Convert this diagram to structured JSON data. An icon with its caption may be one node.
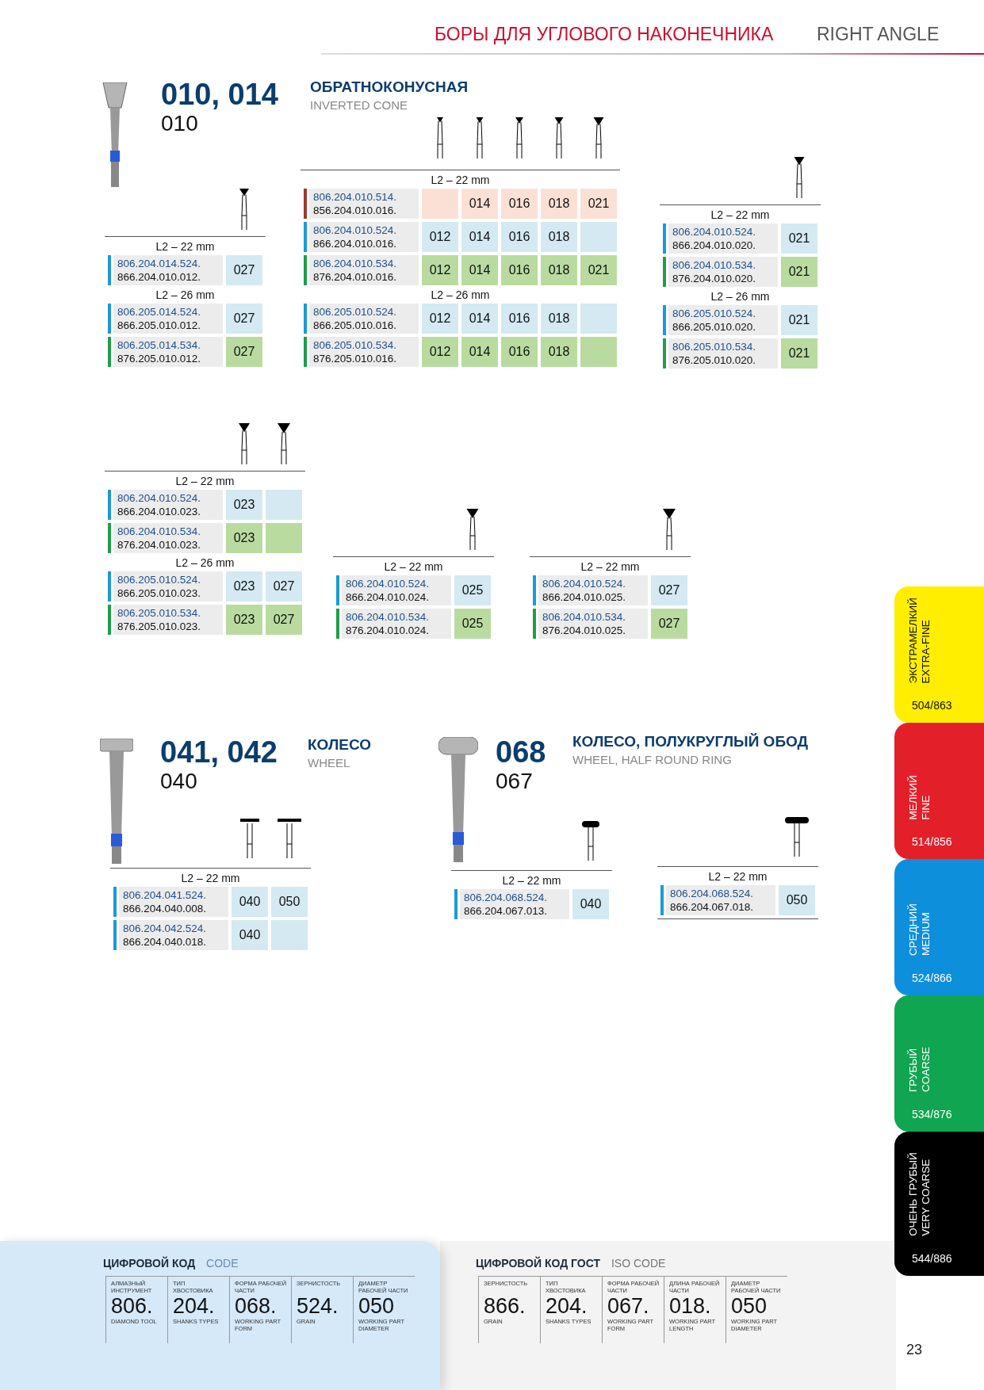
{
  "diagram": {
    "title": "БОРЫ ДЛЯ УГЛОВОГО НАКОНЕЧНИКА",
    "nodes": [
      {
        "text": [
          "ЭКСТРАМЕЛКИЙ",
          "EXTRA-FINE",
          "504/863"
        ]
      },
      {
        "text": [
          "МЕЛКИЙ",
          "FINE",
          "514/856"
        ]
      },
      {
        "text": [
          "СРЕДНИЙ",
          "MEDIUM",
          "524/866"
        ]
      },
      {
        "text": [
          "ГРУБЫЙ",
          "COARSE",
          "534/876"
        ]
      },
      {
        "text": [
          "ОЧЕНЬ ГРУБЫЙ",
          "VERY COARSE",
          "544/886"
        ]
      },
      {
        "text": [
          "ЦИФРОВОЙ КОД",
          "CODE"
        ]
      },
      {
        "text": [
          "ЦИФРОВОЙ КОД ГОСТ",
          "ISO CODE"
        ]
      }
    ],
    "labels": [
      "RIGHT ANGLE",
      "010, 014",
      "010",
      "ОБРАТНОКОНУСНАЯ",
      "INVERTED CONE",
      "L2 – 22 mm",
      "806.204.014.524.",
      "866.204.010.012.",
      "027",
      "L2 – 26 mm",
      "806.205.014.524.",
      "866.205.010.012.",
      "027",
      "806.205.014.534.",
      "876.205.010.012.",
      "027",
      "L2 – 22 mm",
      "806.204.010.514.",
      "856.204.010.016.",
      "014",
      "016",
      "018",
      "021",
      "806.204.010.524.",
      "866.204.010.016.",
      "012",
      "014",
      "016",
      "018",
      "806.204.010.534.",
      "876.204.010.016.",
      "012",
      "014",
      "016",
      "018",
      "021",
      "L2 – 26 mm",
      "806.205.010.524.",
      "866.205.010.016.",
      "012",
      "014",
      "016",
      "018",
      "806.205.010.534.",
      "876.205.010.016.",
      "012",
      "014",
      "016",
      "018",
      "L2 – 22 mm",
      "806.204.010.524.",
      "866.204.010.020.",
      "021",
      "806.204.010.534.",
      "876.204.010.020.",
      "021",
      "L2 – 26 mm",
      "806.205.010.524.",
      "866.205.010.020.",
      "021",
      "806.205.010.534.",
      "876.205.010.020.",
      "021",
      "L2 – 22 mm",
      "806.204.010.524.",
      "866.204.010.023.",
      "023",
      "806.204.010.534.",
      "876.204.010.023.",
      "023",
      "L2 – 26 mm",
      "806.205.010.524.",
      "866.205.010.023.",
      "023",
      "027",
      "806.205.010.534.",
      "876.205.010.023.",
      "023",
      "027",
      "L2 – 22 mm",
      "806.204.010.524.",
      "866.204.010.024.",
      "025",
      "806.204.010.534.",
      "876.204.010.024.",
      "025",
      "L2 – 22 mm",
      "806.204.010.524.",
      "866.204.010.025.",
      "027",
      "806.204.010.534.",
      "876.204.010.025.",
      "027",
      "041, 042",
      "040",
      "КОЛЕСО",
      "WHEEL",
      "L2 – 22 mm",
      "806.204.041.524.",
      "866.204.040.008.",
      "040",
      "050",
      "806.204.042.524.",
      "866.204.040.018.",
      "040",
      "068",
      "067",
      "КОЛЕСО, ПОЛУКРУГЛЫЙ ОБОД",
      "WHEEL, HALF ROUND RING",
      "L2 – 22 mm",
      "806.204.068.524.",
      "866.204.067.013.",
      "040",
      "L2 – 22 mm",
      "806.204.068.524.",
      "866.204.067.018.",
      "050",
      "АЛМАЗНЫЙ ИНСТРУМЕНТ",
      "806.",
      "DIAMOND TOOL",
      "ТИП ХВОСТОВИКА",
      "204.",
      "SHANKS TYPES",
      "ФОРМА РАБОЧЕЙ ЧАСТИ",
      "068.",
      "WORKING PART FORM",
      "ЗЕРНИСТОСТЬ",
      "524.",
      "GRAIN",
      "ДИАМЕТР РАБОЧЕЙ ЧАСТИ",
      "050",
      "WORKING PART DIAMETER",
      "ЗЕРНИСТОСТЬ",
      "866.",
      "GRAIN",
      "ТИП ХВОСТОВИКА",
      "204.",
      "SHANKS TYPES",
      "ФОРМА РАБОЧЕЙ ЧАСТИ",
      "067.",
      "WORKING PART FORM",
      "ДЛИНА РАБОЧЕЙ ЧАСТИ",
      "018.",
      "WORKING PART LENGTH",
      "ДИАМЕТР РАБОЧЕЙ ЧАСТИ",
      "050",
      "WORKING PART DIAMETER",
      "23"
    ]
  }
}
